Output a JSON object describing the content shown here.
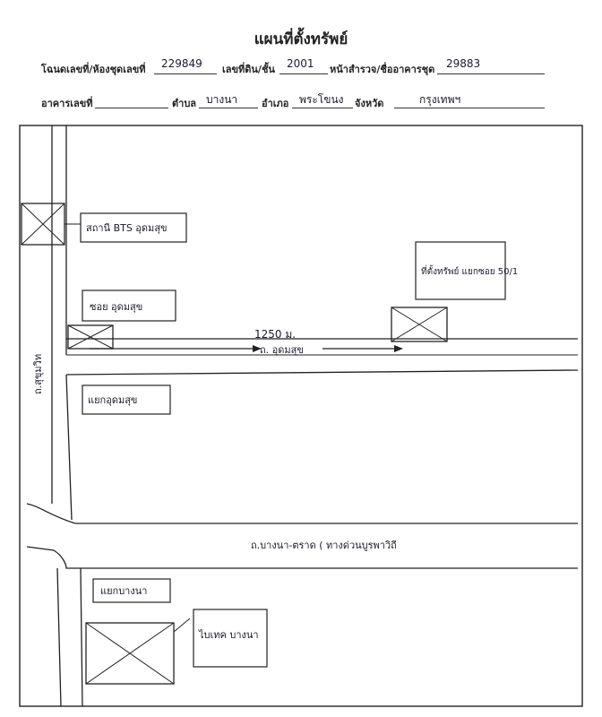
{
  "document": {
    "title": "แผนที่ตั้งทรัพย์",
    "row1": {
      "deed_label": "โฉนดเลขที่/ห้องชุดเลขที่",
      "deed_value": "229849",
      "land_no_label": "เลขที่ดิน/ชั้น",
      "land_no_value": "2001",
      "survey_label": "หน้าสำรวจ/ชื่ออาคารชุด",
      "survey_value": "29883"
    },
    "row2": {
      "building_label": "อาคารเลขที่",
      "building_value": "",
      "subdistrict_label": "ตำบล",
      "subdistrict_value": "บางนา",
      "district_label": "อำเภอ",
      "district_value": "พระโขนง",
      "province_label": "จังหวัด",
      "province_value": "กรุงเทพฯ"
    }
  },
  "map": {
    "labels": {
      "bts_station": "สถานี BTS อุดมสุข",
      "soi_udomsuk": "ซอย อุดมสุข",
      "property": "ที่ตั้งทรัพย์ แยกซอย 50/1",
      "distance": "1250 ม.",
      "road_udomsuk": "ถ. อุดมสุข",
      "road_sukhumvit": "ถ.สุขุมวิท",
      "udomsuk_junction": "แยกอุดมสุข",
      "road_bangna_trad": "ถ.บางนา-ตราด ( ทางด่วนบูรพาวิถี",
      "bangna_junction": "แยกบางนา",
      "bitec": "ไบเทค บางนา"
    }
  }
}
